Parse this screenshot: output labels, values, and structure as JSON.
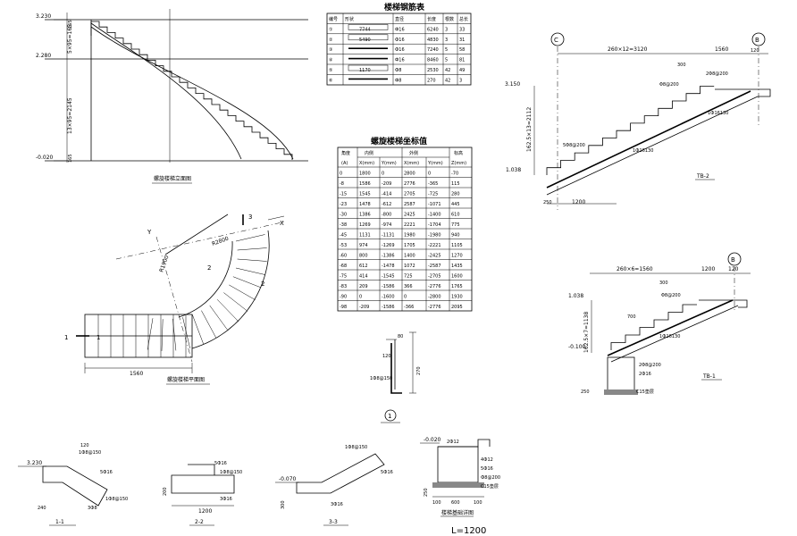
{
  "elevation": {
    "levels": [
      "3.230",
      "2.280",
      "-0.020"
    ],
    "dims": [
      "5×95=165",
      "13×95=2145",
      "165",
      "165"
    ],
    "caption": "螺旋楼梯立面图"
  },
  "plan": {
    "axis_x": "X",
    "axis_y": "Y",
    "marks": [
      "1",
      "1",
      "2",
      "2",
      "3"
    ],
    "radii": [
      "R2800",
      "R1900"
    ],
    "width_dim": "1560",
    "caption": "螺旋楼梯平面图"
  },
  "bar_table": {
    "title": "楼梯钢筋表",
    "headers": [
      "编号",
      "形状",
      "直径",
      "长度",
      "根数",
      "总长"
    ],
    "rows": [
      [
        "①",
        "7744",
        "Ф16",
        "6240",
        "3",
        "33"
      ],
      [
        "②",
        "5490",
        "Ф16",
        "4830",
        "3",
        "31"
      ],
      [
        "③",
        "",
        "Ф16",
        "7240",
        "5",
        "58"
      ],
      [
        "④",
        "",
        "Ф16",
        "8460",
        "5",
        "81"
      ],
      [
        "⑤",
        "1170",
        "Ф8",
        "2530",
        "42",
        "49"
      ],
      [
        "⑥",
        "",
        "Ф8",
        "270",
        "42",
        "3"
      ]
    ]
  },
  "coord_table": {
    "title": "螺旋楼梯坐标值",
    "h_angle": "角度",
    "h_group1": "内侧",
    "h_group2": "外侧",
    "h_height": "标高",
    "unit_angle": "(A)",
    "h_x1": "X(mm)",
    "h_y1": "Y(mm)",
    "h_x2": "X(mm)",
    "h_y2": "Y(mm)",
    "h_z": "Z(mm)",
    "rows": [
      [
        "0",
        "1800",
        "0",
        "2800",
        "0",
        "-70"
      ],
      [
        "-8",
        "1586",
        "-209",
        "2776",
        "-365",
        "115"
      ],
      [
        "-15",
        "1545",
        "-414",
        "2705",
        "-725",
        "280"
      ],
      [
        "-23",
        "1478",
        "-612",
        "2587",
        "-1071",
        "445"
      ],
      [
        "-30",
        "1386",
        "-800",
        "2425",
        "-1400",
        "610"
      ],
      [
        "-38",
        "1269",
        "-974",
        "2221",
        "-1704",
        "775"
      ],
      [
        "-45",
        "1131",
        "-1131",
        "1980",
        "-1980",
        "940"
      ],
      [
        "-53",
        "974",
        "-1269",
        "1705",
        "-2221",
        "1105"
      ],
      [
        "-60",
        "800",
        "-1386",
        "1400",
        "-2425",
        "1270"
      ],
      [
        "-68",
        "612",
        "-1478",
        "1072",
        "-2587",
        "1435"
      ],
      [
        "-75",
        "414",
        "-1545",
        "725",
        "-2705",
        "1600"
      ],
      [
        "-83",
        "209",
        "-1586",
        "366",
        "-2776",
        "1765"
      ],
      [
        "-90",
        "0",
        "-1600",
        "0",
        "-2800",
        "1930"
      ],
      [
        "-98",
        "-209",
        "-1586",
        "-366",
        "-2776",
        "2095"
      ]
    ]
  },
  "section_top": {
    "axes": [
      "C",
      "B"
    ],
    "dim_top": "260×12=3120",
    "dim_right": "1560",
    "dim_left": "162.5×13=2112",
    "dim_bottom": "1200",
    "levels": [
      "3.150",
      "1.038"
    ],
    "labels": [
      "2Φ8@200",
      "Φ8@200",
      "1Ф16130",
      "5Φ8@200",
      "1Ф16130",
      "300",
      "120",
      "250"
    ],
    "caption": "TB-2"
  },
  "section_bottom": {
    "axis": "B",
    "dim_top": "260×6=1560",
    "dim_right": "1200",
    "dim_right2": "120",
    "dim_left": "162.5×7=1138",
    "levels": [
      "1.038",
      "-0.100"
    ],
    "labels": [
      "300",
      "700",
      "1Ф16130",
      "Φ8@200",
      "2Φ8@200",
      "C15垫层",
      "2Ф16",
      "250"
    ],
    "caption": "TB-1"
  },
  "detail1": {
    "dims": [
      "80",
      "120",
      "270"
    ],
    "label": "1Ф8@150",
    "num": "1"
  },
  "sections": {
    "s1": {
      "level": "3.230",
      "labels": [
        "1Ф8@150",
        "120",
        "5Ф16",
        "1Ф8@150",
        "240",
        "3Ф8"
      ],
      "caption": "1-1"
    },
    "s2": {
      "labels": [
        "5Ф16",
        "1Ф8@150",
        "200",
        "3Ф16",
        "1200"
      ],
      "caption": "2-2"
    },
    "s3": {
      "level": "-0.070",
      "labels": [
        "1Ф8@150",
        "5Ф16",
        "300",
        "3Ф16"
      ],
      "caption": "3-3"
    },
    "s4": {
      "level": "-0.020",
      "labels": [
        "2Ф12",
        "4Ф12",
        "5Ф16",
        "Ф8@200",
        "C15垫层",
        "100",
        "600",
        "100",
        "250"
      ],
      "caption": "楼梯基础详图"
    },
    "length_note": "L=1200"
  }
}
